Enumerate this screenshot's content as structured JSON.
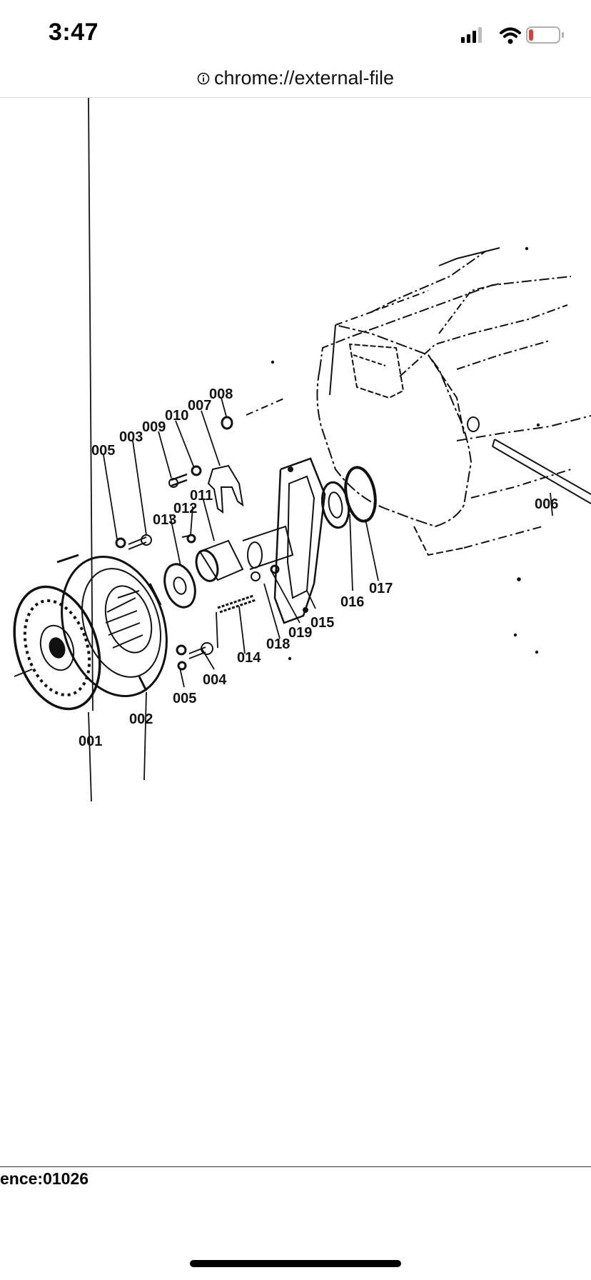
{
  "status_bar": {
    "time": "3:47",
    "battery_level": 0.15,
    "battery_color": "#e53935"
  },
  "browser": {
    "url": "chrome://external-file"
  },
  "diagram": {
    "labels": [
      "001",
      "002",
      "003",
      "004",
      "005",
      "005",
      "006",
      "007",
      "008",
      "009",
      "010",
      "011",
      "012",
      "013",
      "014",
      "015",
      "016",
      "017",
      "018",
      "019"
    ]
  },
  "footer": {
    "reference_text": "ence:01026"
  }
}
